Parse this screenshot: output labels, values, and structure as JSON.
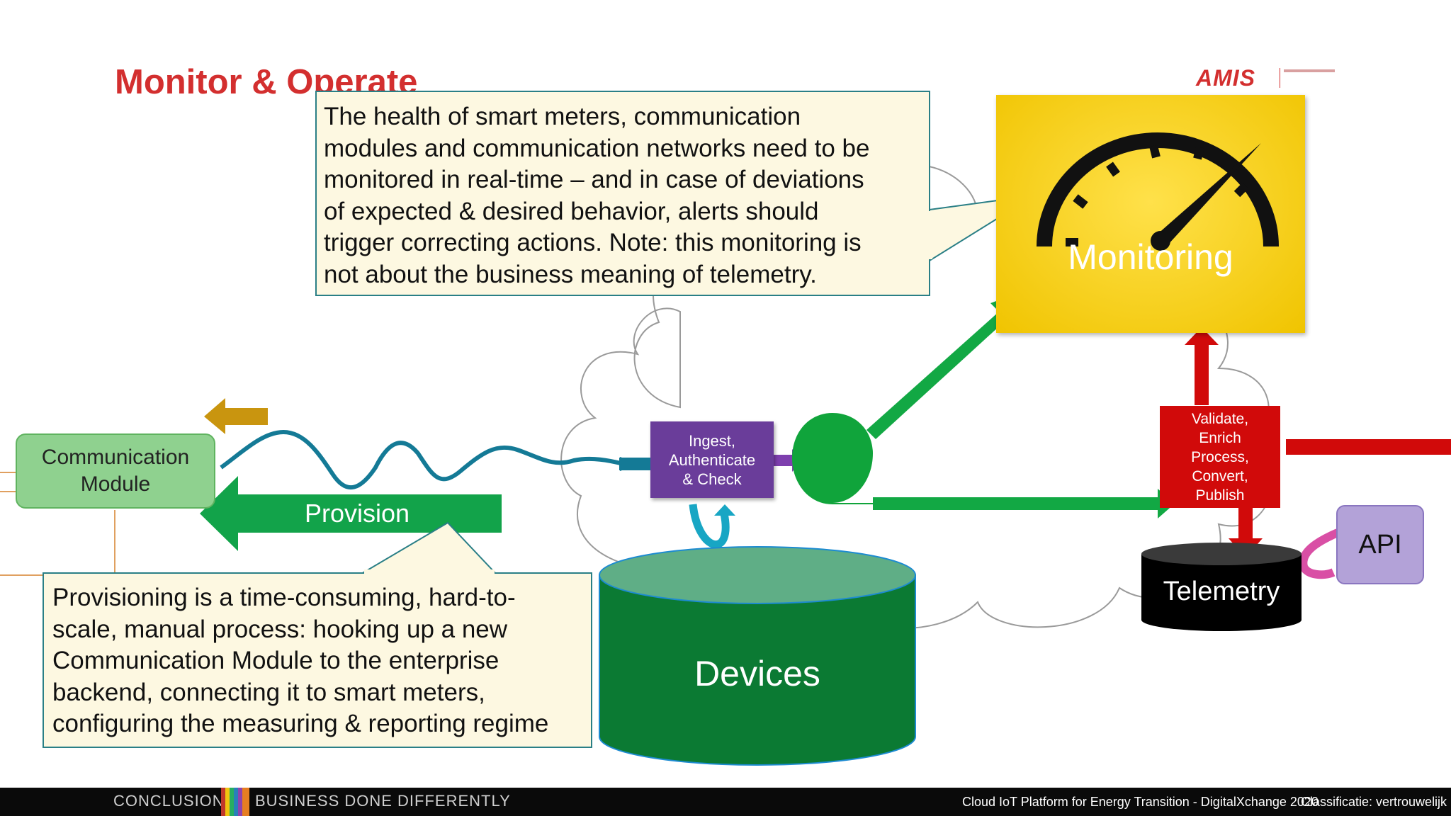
{
  "slide": {
    "title": "Monitor & Operate",
    "logo_text": "AMIS"
  },
  "callouts": {
    "monitoring_note": [
      "The health of smart meters, communication",
      "modules and communication networks need to be",
      "monitored in real-time – and in case of deviations",
      "of expected & desired behavior, alerts should",
      "trigger correcting actions. Note: this monitoring is",
      "not about the business meaning of telemetry."
    ],
    "provisioning_note": [
      "Provisioning is a time-consuming, hard-to-",
      "scale, manual process: hooking up a new",
      "Communication Module to the enterprise",
      "backend, connecting it to smart meters,",
      "configuring the measuring & reporting regime"
    ]
  },
  "nodes": {
    "communication_module": [
      "Communication",
      "Module"
    ],
    "provision": "Provision",
    "ingest": [
      "Ingest,",
      "Authenticate",
      "& Check"
    ],
    "monitoring": "Monitoring",
    "validate": [
      "Validate,",
      "Enrich",
      "Process,",
      "Convert,",
      "Publish"
    ],
    "api": "API",
    "telemetry": "Telemetry",
    "devices": "Devices"
  },
  "footer": {
    "left1": "CONCLUSION",
    "left2": "BUSINESS DONE DIFFERENTLY",
    "right": "Cloud IoT Platform for Energy Transition - DigitalXchange 2020",
    "classification": "Classificatie: vertrouwelijk"
  },
  "colors": {
    "title": "#d32f2f",
    "green": "#0fa83c",
    "dark_green": "#0b7a33",
    "purple": "#6a3d9a",
    "red": "#d10a0a",
    "yellow": "#f6cf16",
    "teal": "#147a96",
    "callout_bg": "#fdf8e1",
    "callout_border": "#2a7f86"
  }
}
